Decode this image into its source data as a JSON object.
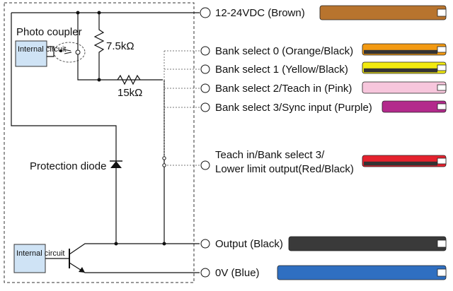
{
  "labels": {
    "photo_coupler": "Photo coupler",
    "internal_circuit_top": "Internal circuit",
    "internal_circuit_bottom": "Internal circuit",
    "resistor_1": "7.5kΩ",
    "resistor_2": "15kΩ",
    "protection_diode": "Protection diode"
  },
  "wires": [
    {
      "label": "12-24VDC (Brown)",
      "jacket": "#b8742e",
      "stripe": ""
    },
    {
      "label": "Bank select 0 (Orange/Black)",
      "jacket": "#f39a12",
      "stripe": "#333333"
    },
    {
      "label": "Bank select 1 (Yellow/Black)",
      "jacket": "#f2ea10",
      "stripe": "#333333"
    },
    {
      "label": "Bank select 2/Teach in (Pink)",
      "jacket": "#f7c6dc",
      "stripe": ""
    },
    {
      "label": "Bank select 3/Sync input  (Purple)",
      "jacket": "#b32a8c",
      "stripe": ""
    },
    {
      "label": "Teach in/Bank select 3/",
      "label2": "Lower limit output(Red/Black)",
      "jacket": "#e5222e",
      "stripe": "#333333"
    },
    {
      "label": "Output (Black)",
      "jacket": "#3a3a3a",
      "stripe": ""
    },
    {
      "label": "0V  (Blue)",
      "jacket": "#2f6fc1",
      "stripe": ""
    }
  ]
}
